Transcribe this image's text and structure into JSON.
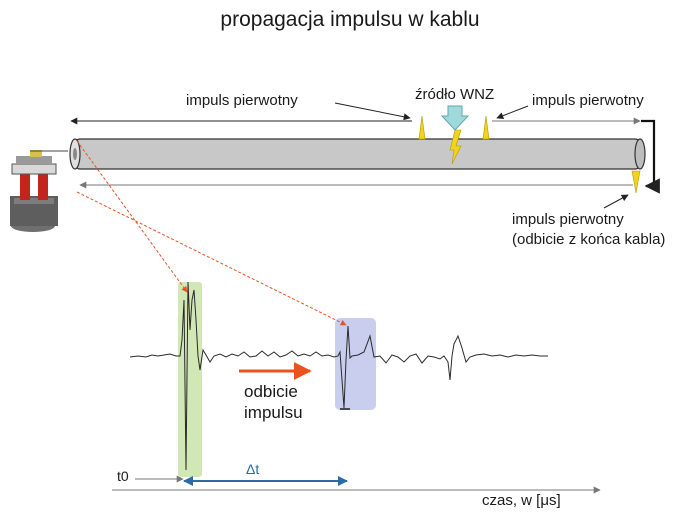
{
  "title": "propagacja impulsu w kablu",
  "labels": {
    "primary_left": "impuls pierwotny",
    "source": "źródło WNZ",
    "primary_right": "impuls pierwotny",
    "primary_reflect_line1": "impuls pierwotny",
    "primary_reflect_line2": "(odbicie z końca kabla)",
    "reflection_line1": "odbicie",
    "reflection_line2": "impulsu",
    "t0": "t0",
    "delta_t": "Δt",
    "time_axis": "czas, w [μs]"
  },
  "colors": {
    "cable_fill": "#c8c8c8",
    "pulse_yellow": "#f2d21b",
    "source_arrow": "#9fd9dc",
    "red_arrow": "#e8531f",
    "blue_arrow": "#2c6aa8",
    "green_box": "#c9e3a9",
    "purple_box": "#c3c9ec"
  }
}
